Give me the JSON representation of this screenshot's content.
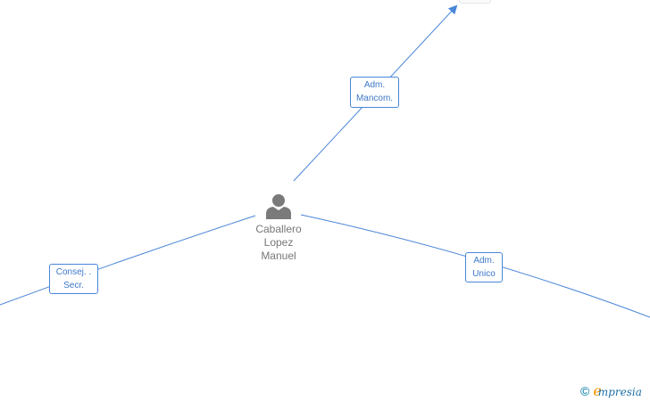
{
  "center_person": {
    "name_lines": [
      "Caballero",
      "Lopez",
      "Manuel"
    ],
    "icon": "person-icon"
  },
  "roles": [
    {
      "id": "adm-mancom",
      "lines": [
        "Adm.",
        "Mancom."
      ]
    },
    {
      "id": "consej-secr",
      "lines": [
        "Consej. .",
        "Secr."
      ]
    },
    {
      "id": "adm-unico",
      "lines": [
        "Adm.",
        "Unico"
      ]
    }
  ],
  "branding": {
    "copyright_symbol": "©",
    "brand_initial": "e",
    "brand_rest": "mpresia"
  },
  "colors": {
    "edge": "#4a86d8",
    "role_text": "#3d78c9",
    "person_icon": "#7a7a7a",
    "person_text": "#777777",
    "brand_orange": "#f39200",
    "brand_blue": "#1f6fa8"
  }
}
